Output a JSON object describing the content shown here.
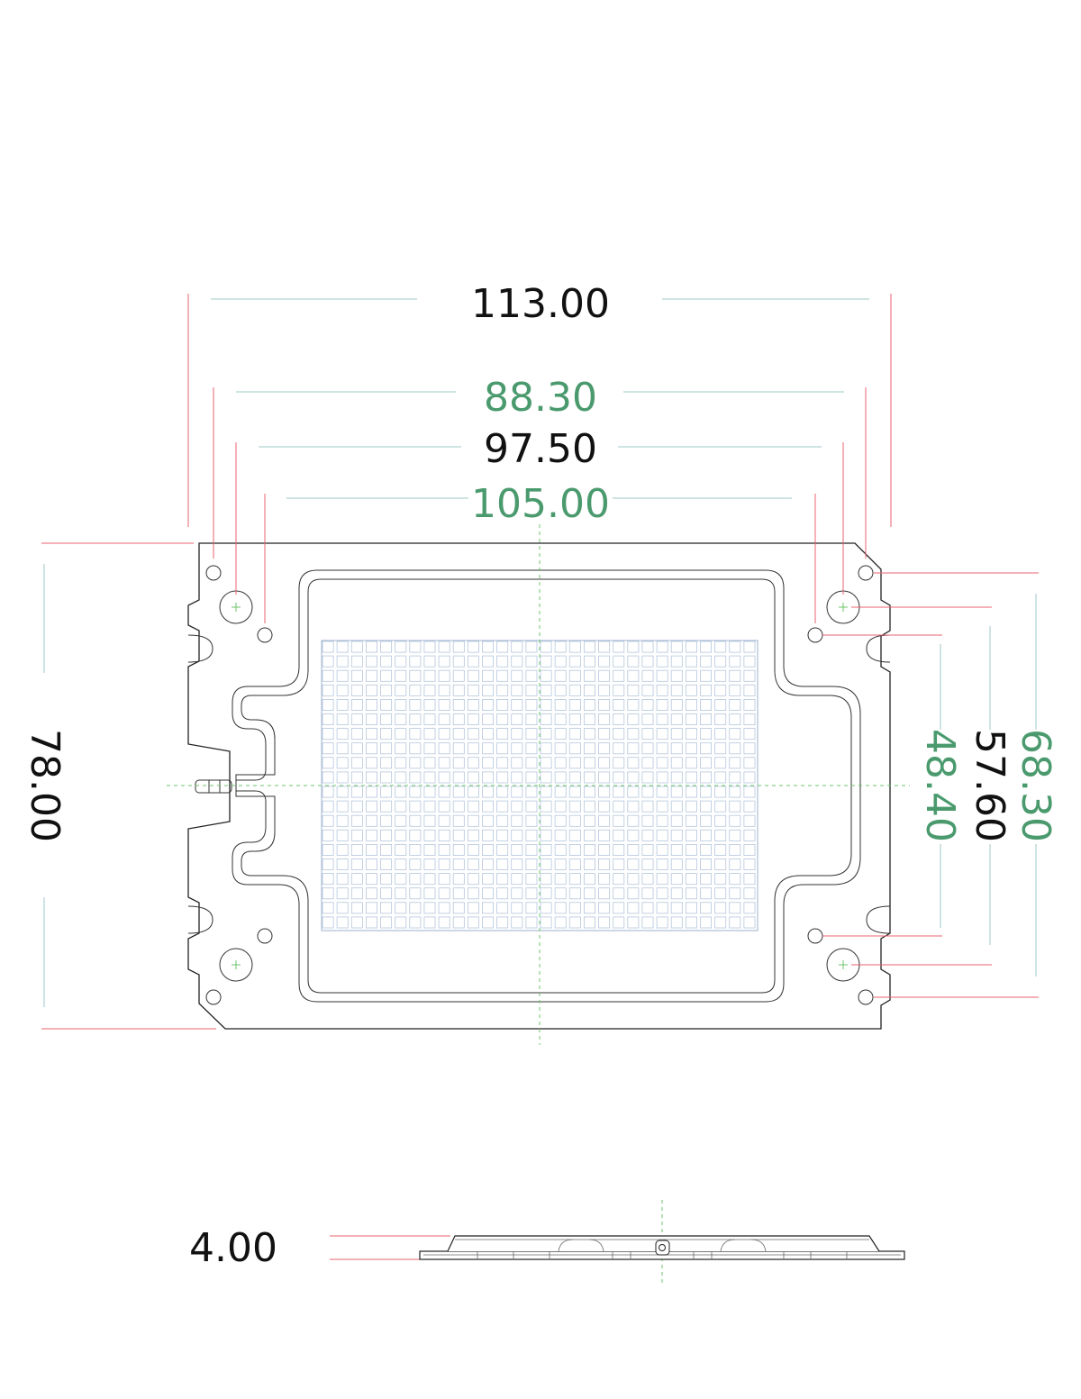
{
  "colors": {
    "outline": "#222222",
    "extension_line": "#e8636f",
    "dimension_line": "#9ec9c4",
    "centerline": "#6cc46c",
    "text_black": "#111111",
    "text_green": "#4a9a6e",
    "grid": "#b5c6dc"
  },
  "dimensions": {
    "overall_width": "113.00",
    "width_green_1": "88.30",
    "width_black_2": "97.50",
    "width_green_3": "105.00",
    "overall_height": "78.00",
    "height_green_1": "48.40",
    "height_black_2": "57.60",
    "height_green_3": "68.30",
    "thickness": "4.00"
  }
}
